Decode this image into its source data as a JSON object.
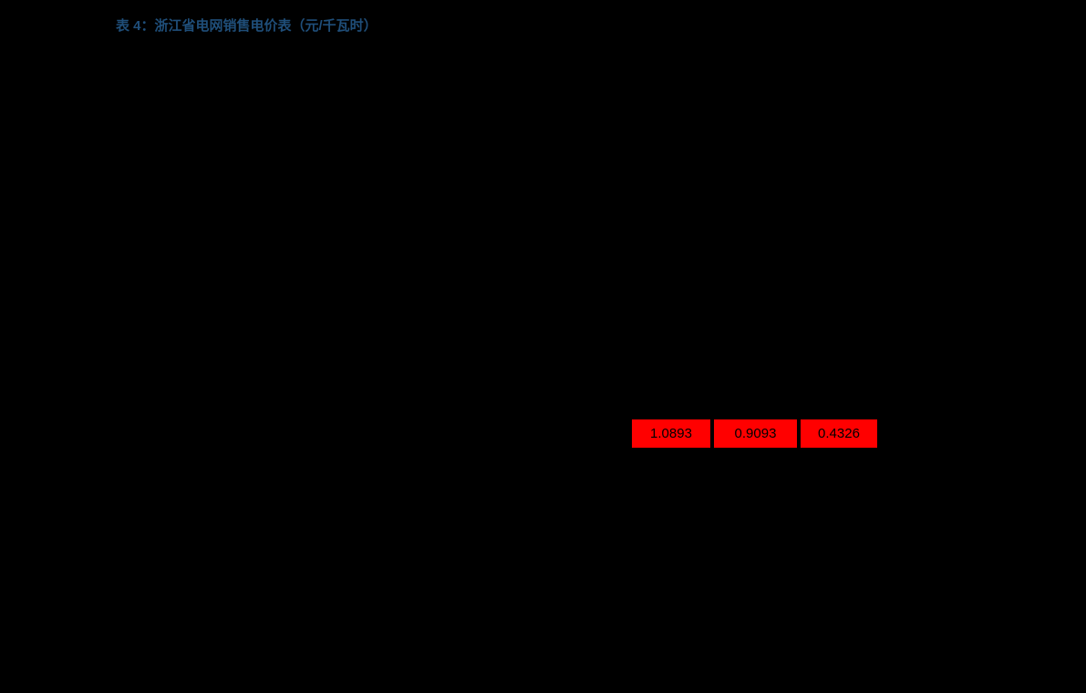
{
  "caption": {
    "text": "表 4：浙江省电网销售电价表（元/千瓦时）"
  },
  "price_row": {
    "values": [
      "1.0893",
      "0.9093",
      "0.4326"
    ]
  },
  "colors": {
    "page_background": "#000000",
    "caption_text": "#1F4E79",
    "highlight_cell_background": "#FF0000",
    "highlight_cell_text": "#000000"
  }
}
